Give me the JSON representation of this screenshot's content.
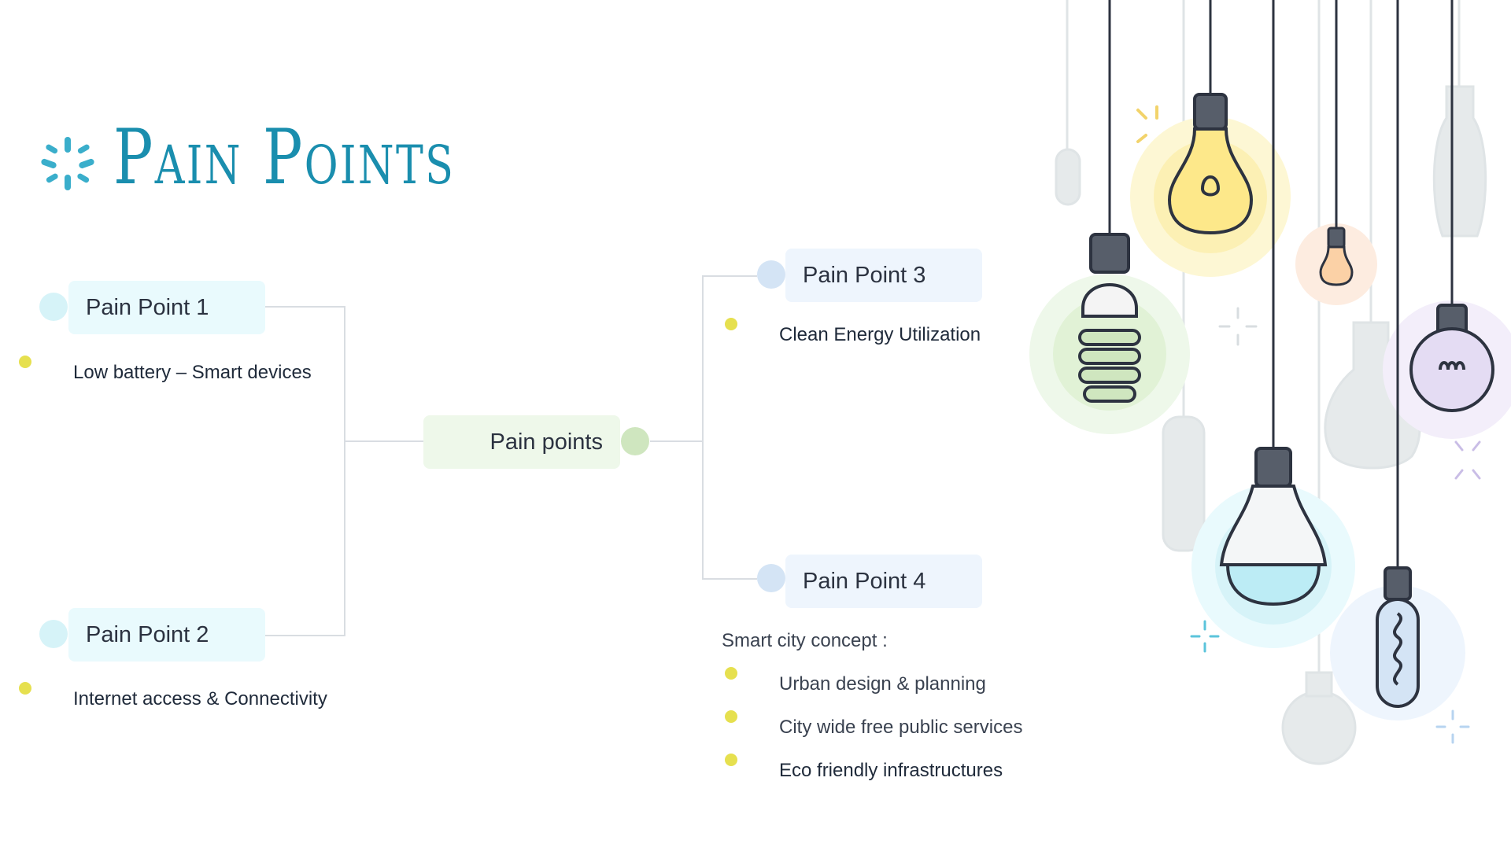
{
  "title": "Pain Points",
  "center_node": "Pain points",
  "nodes": {
    "p1": {
      "label": "Pain Point 1",
      "items": [
        "Low battery – Smart devices"
      ]
    },
    "p2": {
      "label": "Pain Point 2",
      "items": [
        "Internet access & Connectivity"
      ]
    },
    "p3": {
      "label": "Pain Point 3",
      "items": [
        "Clean Energy Utilization"
      ]
    },
    "p4": {
      "label": "Pain Point 4",
      "intro": "Smart city concept :",
      "items": [
        "Urban design & planning",
        "City wide free public services",
        "Eco friendly infrastructures"
      ]
    }
  },
  "colors": {
    "title": "#1a8eae",
    "bullet": "#e6e04f",
    "cyan_box": "#e9fafd",
    "blue_box": "#eef5fd",
    "green_box": "#eef8ea"
  },
  "icons": [
    "sparkle-icon",
    "light-bulb-illustration"
  ]
}
